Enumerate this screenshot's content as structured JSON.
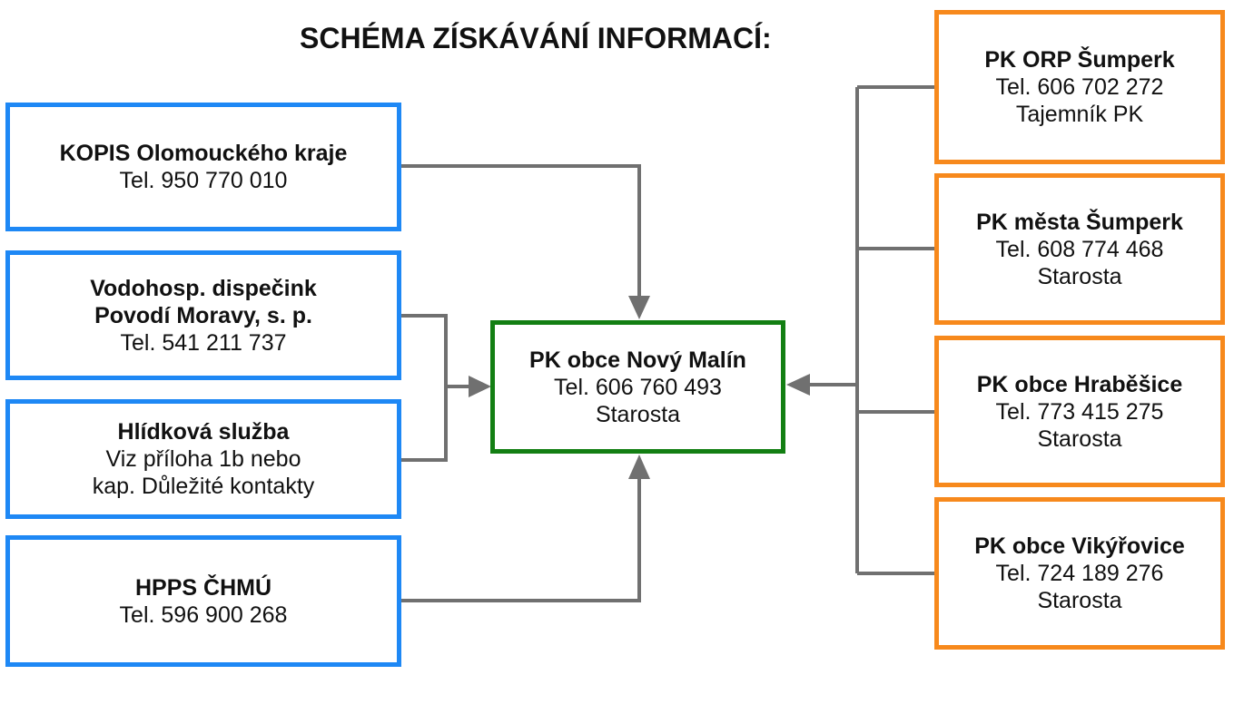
{
  "title": "SCHÉMA ZÍSKÁVÁNÍ INFORMACÍ:",
  "colors": {
    "left_boxes": "#1e88f5",
    "right_boxes": "#f7891c",
    "center_box": "#137f13",
    "connectors": "#707070"
  },
  "center": {
    "name": "PK obce Nový Malín",
    "phone": "Tel. 606 760 493",
    "role": "Starosta"
  },
  "left": [
    {
      "name": "KOPIS Olomouckého kraje",
      "phone": "Tel. 950 770 010"
    },
    {
      "name1": "Vodohosp. dispečink",
      "name2": "Povodí Moravy, s. p.",
      "phone": "Tel. 541 211 737"
    },
    {
      "name": "Hlídková služba",
      "line2": "Viz příloha 1b nebo",
      "line3": "kap. Důležité kontakty"
    },
    {
      "name": "HPPS ČHMÚ",
      "phone": "Tel. 596 900 268"
    }
  ],
  "right": [
    {
      "name": "PK ORP Šumperk",
      "phone": "Tel. 606 702 272",
      "role": "Tajemník PK"
    },
    {
      "name": "PK města Šumperk",
      "phone": "Tel. 608 774 468",
      "role": "Starosta"
    },
    {
      "name": "PK obce Hraběšice",
      "phone": "Tel. 773 415 275",
      "role": "Starosta"
    },
    {
      "name": "PK obce Vikýřovice",
      "phone": "Tel. 724 189 276",
      "role": "Starosta"
    }
  ]
}
